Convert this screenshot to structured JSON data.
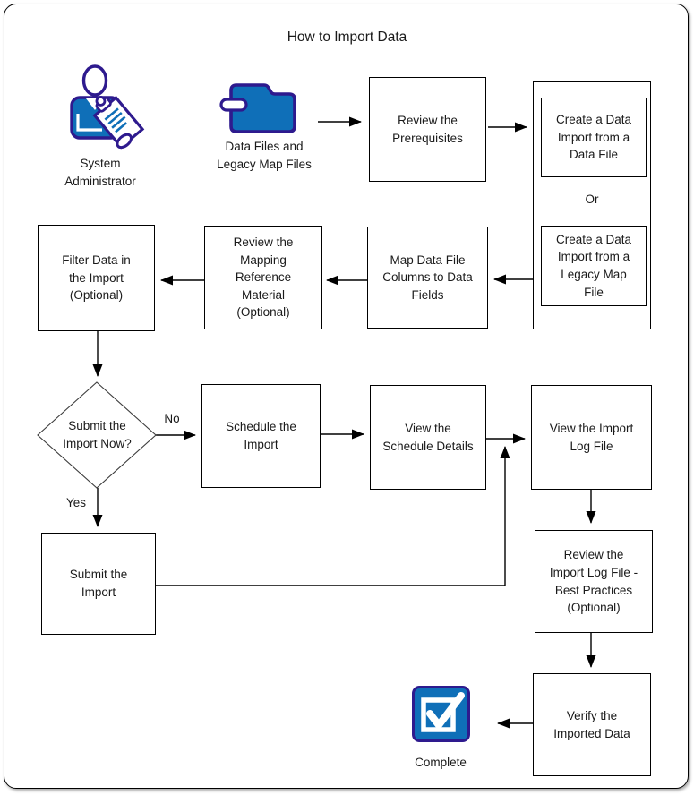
{
  "page": {
    "title": "How to Import Data"
  },
  "actors": {
    "system_administrator": {
      "label": "System\nAdministrator",
      "icon": "person-clipboard-icon"
    },
    "data_files": {
      "label": "Data Files and\nLegacy Map Files",
      "icon": "folder-paperclip-icon"
    }
  },
  "nodes": {
    "review_prerequisites": "Review the\nPrerequisites",
    "create_from_data_file": "Create a Data\nImport from a\nData File",
    "or_connector": "Or",
    "create_from_legacy_map": "Create a Data\nImport from a\nLegacy Map\nFile",
    "map_columns": "Map Data File\nColumns to Data\nFields",
    "review_mapping": "Review the\nMapping\nReference\nMaterial\n(Optional)",
    "filter_data": "Filter Data in\nthe Import\n(Optional)",
    "submit_now_decision": "Submit the\nImport Now?",
    "schedule_import": "Schedule the\nImport",
    "view_schedule_details": "View the\nSchedule Details",
    "view_import_log": "View the Import\nLog File",
    "submit_import": "Submit the\nImport",
    "review_import_log": "Review the\nImport Log File -\nBest Practices\n(Optional)",
    "verify_imported_data": "Verify the\nImported Data",
    "complete": "Complete"
  },
  "edge_labels": {
    "no": "No",
    "yes": "Yes"
  },
  "colors": {
    "icon_navy": "#2e1a8e",
    "icon_blue": "#0f6fb8",
    "box_border": "#000000",
    "connector": "#000000",
    "text": "#1a1a1a"
  }
}
